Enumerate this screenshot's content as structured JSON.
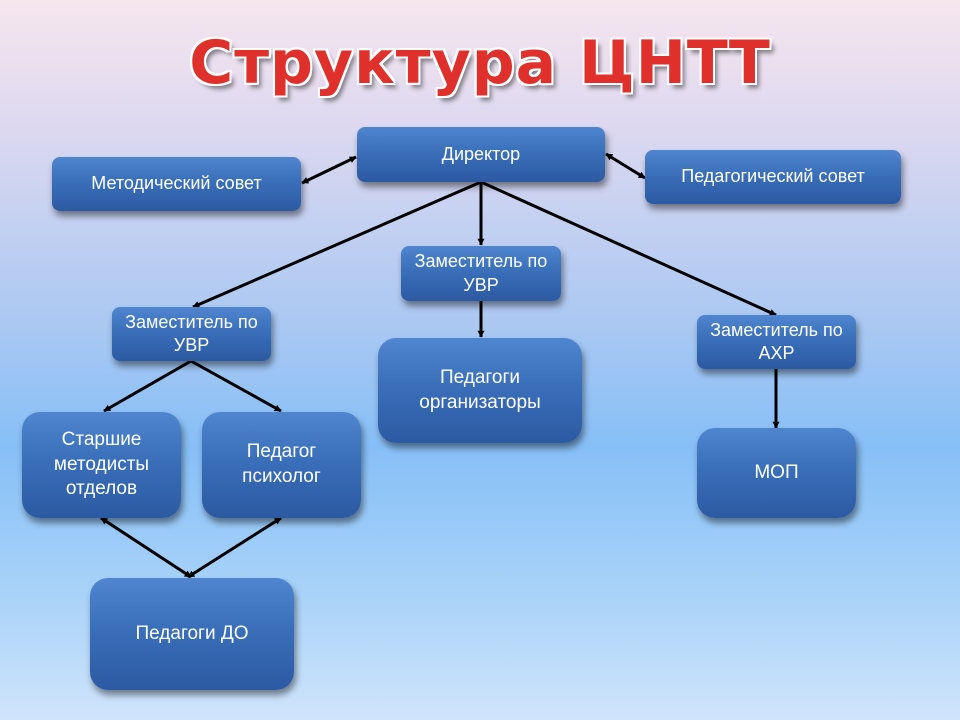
{
  "title": "Структура ЦНТТ",
  "nodes": {
    "director": "Директор",
    "metod_council": "Методический совет",
    "ped_council": "Педагогический совет",
    "deputy_uvr_center": "Заместитель по УВР",
    "deputy_uvr_left": "Заместитель по УВР",
    "deputy_ahr": "Заместитель по АХР",
    "ped_organizers": "Педагоги организаторы",
    "senior_methodists": "Старшие методисты отделов",
    "psychologist": "Педагог психолог",
    "mop": "МОП",
    "teachers_do": "Педагоги ДО"
  },
  "connections": [
    {
      "from": "director",
      "to": "metod_council",
      "type": "bidirectional"
    },
    {
      "from": "director",
      "to": "ped_council",
      "type": "bidirectional"
    },
    {
      "from": "director",
      "to": "deputy_uvr_center",
      "type": "arrow"
    },
    {
      "from": "director",
      "to": "deputy_uvr_left",
      "type": "arrow"
    },
    {
      "from": "director",
      "to": "deputy_ahr",
      "type": "arrow"
    },
    {
      "from": "deputy_uvr_center",
      "to": "ped_organizers",
      "type": "arrow"
    },
    {
      "from": "deputy_uvr_left",
      "to": "senior_methodists",
      "type": "arrow"
    },
    {
      "from": "deputy_uvr_left",
      "to": "psychologist",
      "type": "arrow"
    },
    {
      "from": "deputy_ahr",
      "to": "mop",
      "type": "arrow"
    },
    {
      "from": "senior_methodists",
      "to": "teachers_do",
      "type": "bidirectional"
    },
    {
      "from": "psychologist",
      "to": "teachers_do",
      "type": "bidirectional"
    }
  ],
  "colors": {
    "title": "#e0302c",
    "box": "#3a6fba",
    "box_text": "#ffffff",
    "line": "#000000"
  }
}
